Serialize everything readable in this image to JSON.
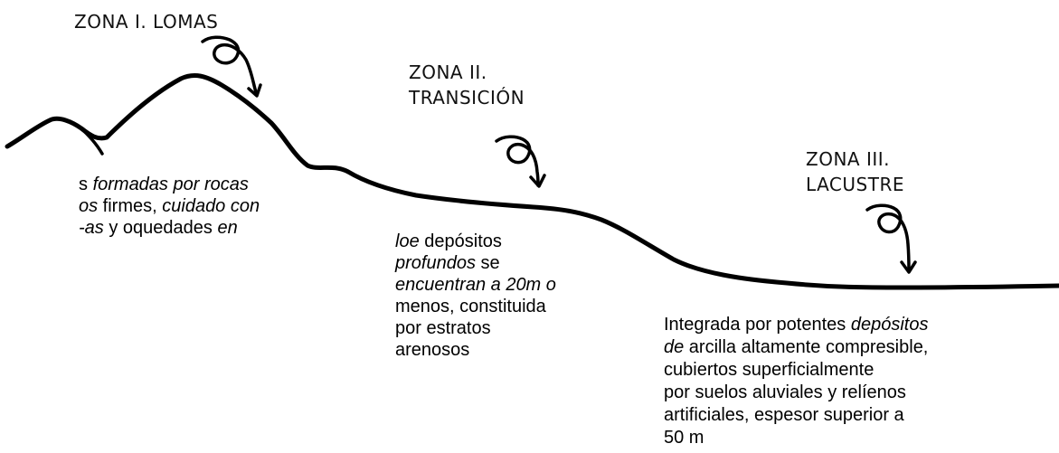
{
  "zones": [
    {
      "title_lines": [
        "ZONA I. LOMAS"
      ],
      "description": [
        [
          {
            "t": "s ",
            "i": false
          },
          {
            "t": "formadas por rocas",
            "i": true
          }
        ],
        [
          {
            "t": "os",
            "i": true
          },
          {
            "t": " firmes, ",
            "i": false
          },
          {
            "t": "cuidado con",
            "i": true
          }
        ],
        [
          {
            "t": "-as",
            "i": true
          },
          {
            "t": " y oquedades ",
            "i": false
          },
          {
            "t": "en",
            "i": true
          }
        ]
      ]
    },
    {
      "title_lines": [
        "ZONA II.",
        "TRANSICIÓN"
      ],
      "description": [
        [
          {
            "t": "loe",
            "i": true
          },
          {
            "t": " depósitos",
            "i": false
          }
        ],
        [
          {
            "t": "profundos",
            "i": true
          },
          {
            "t": " se",
            "i": false
          }
        ],
        [
          {
            "t": "encuentran a 20m o",
            "i": true
          }
        ],
        [
          {
            "t": "menos, constituida",
            "i": false
          }
        ],
        [
          {
            "t": "por estratos",
            "i": false
          }
        ],
        [
          {
            "t": "arenosos",
            "i": false
          }
        ]
      ]
    },
    {
      "title_lines": [
        "ZONA III.",
        "LACUSTRE"
      ],
      "description": [
        [
          {
            "t": "Integrada por potentes ",
            "i": false
          },
          {
            "t": "depósitos",
            "i": true
          }
        ],
        [
          {
            "t": "de",
            "i": true
          },
          {
            "t": " arcilla altamente compresible,",
            "i": false
          }
        ],
        [
          {
            "t": "cubiertos superficialmente",
            "i": false
          }
        ],
        [
          {
            "t": "por suelos aluviales y relíenos",
            "i": false
          }
        ],
        [
          {
            "t": "artificiales, espesor superior a",
            "i": false
          }
        ],
        [
          {
            "t": "50 m",
            "i": false
          }
        ]
      ]
    }
  ],
  "colors": {
    "ink": "#000000",
    "background": "#ffffff"
  }
}
